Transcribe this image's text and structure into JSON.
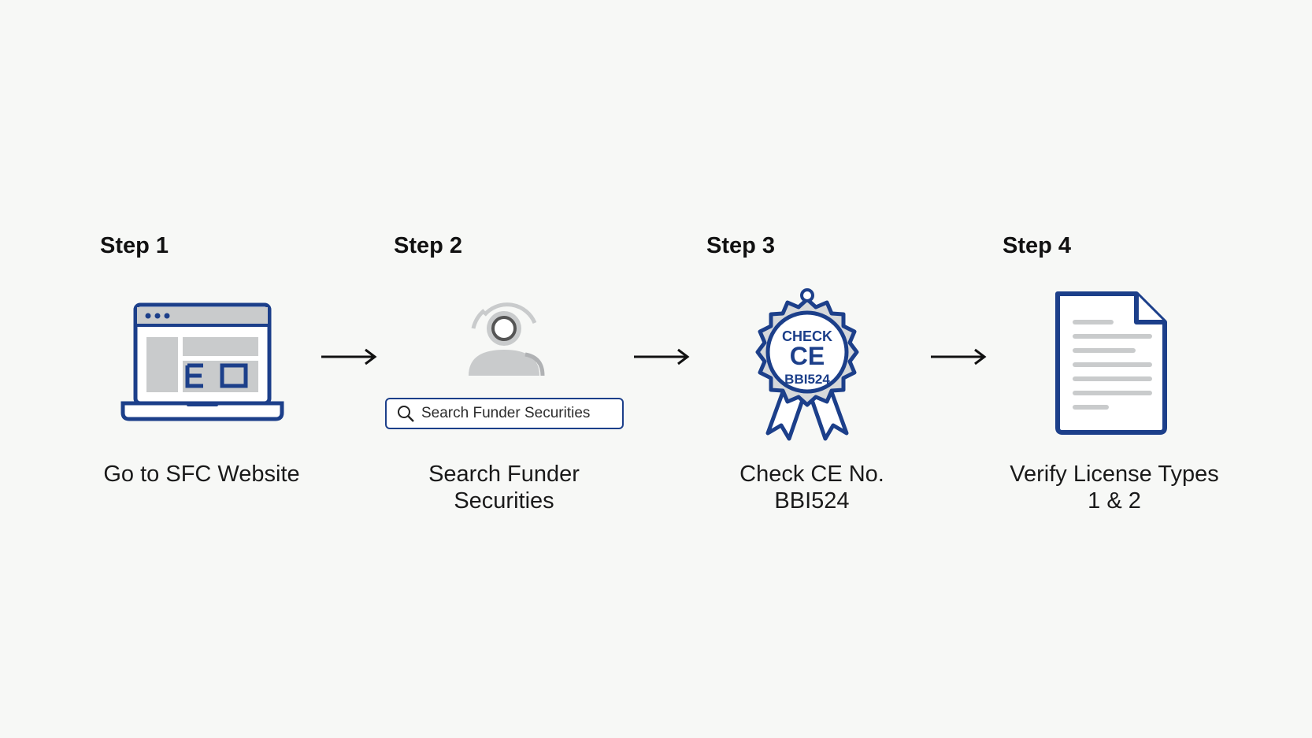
{
  "steps": [
    {
      "label": "Step 1",
      "caption_lines": [
        "Go to SFC Website"
      ],
      "icon": "laptop-browser-icon"
    },
    {
      "label": "Step 2",
      "caption_lines": [
        "Search Funder",
        "Securities"
      ],
      "icon": "user-search-icon"
    },
    {
      "label": "Step 3",
      "caption_lines": [
        "Check CE No.",
        "BBI524"
      ],
      "icon": "badge-seal-icon"
    },
    {
      "label": "Step 4",
      "caption_lines": [
        "Verify License Types",
        "1 & 2"
      ],
      "icon": "document-icon"
    }
  ],
  "search": {
    "text": "Search Funder Securities"
  },
  "badge": {
    "top": "CHECK",
    "middle": "CE",
    "bottom": "BBI524"
  },
  "colors": {
    "primary": "#1c3f8a",
    "gray": "#c9cbcc",
    "text": "#1a1a1a"
  }
}
